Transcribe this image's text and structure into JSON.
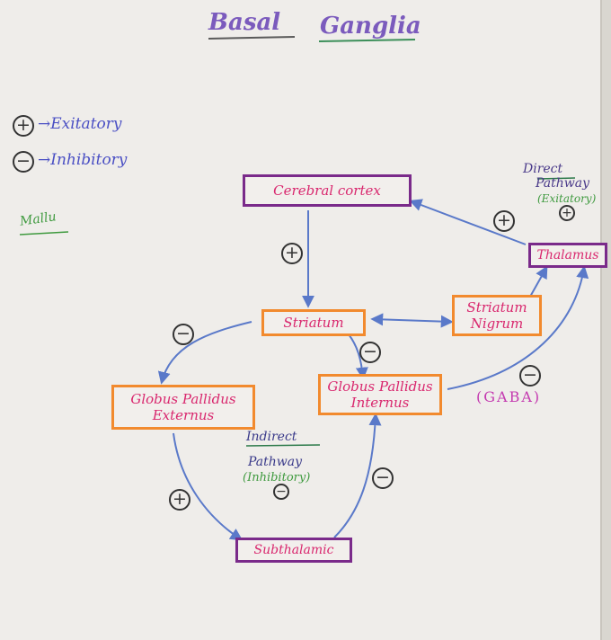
{
  "title": {
    "word1": "Basal",
    "word2": "Ganglia"
  },
  "legend": {
    "plus_symbol": "+",
    "plus_label": "Exitatory",
    "minus_symbol": "−",
    "minus_label": "Inhibitory"
  },
  "signature": "Mallu",
  "boxes": {
    "cerebral_cortex": "Cerebral cortex",
    "thalamus": "Thalamus",
    "striatum": "Striatum",
    "striatum_nigrum_1": "Striatum",
    "striatum_nigrum_2": "Nigrum",
    "gp_externus_1": "Globus Pallidus",
    "gp_externus_2": "Externus",
    "gp_internus_1": "Globus Pallidus",
    "gp_internus_2": "Internus",
    "subthalamic": "Subthalamic"
  },
  "direct_pathway": {
    "line1": "Direct",
    "line2": "Pathway",
    "line3": "(Exitatory)",
    "sign": "+"
  },
  "indirect_pathway": {
    "line1": "Indirect",
    "line2": "Pathway",
    "line3": "(Inhibitory)",
    "sign": "−"
  },
  "gaba_label": "(GABA)",
  "signs": {
    "cortex_to_striatum": "+",
    "thalamus_to_cortex": "+",
    "striatum_to_gpe": "−",
    "striatum_to_gpi": "−",
    "gpi_to_thalamus": "−",
    "gpe_to_subthalamic": "+",
    "subthalamic_to_gpi": "−"
  },
  "colors": {
    "ink_purple": "#7a2a8a",
    "ink_blue": "#4a4fc4",
    "ink_pink": "#d9276e",
    "ink_green": "#3f9a3f",
    "box_orange": "#f28a2e",
    "arrow_blue": "#5a79c9",
    "title_purple": "#7b5bbd",
    "title_green": "#3c8f5a"
  }
}
